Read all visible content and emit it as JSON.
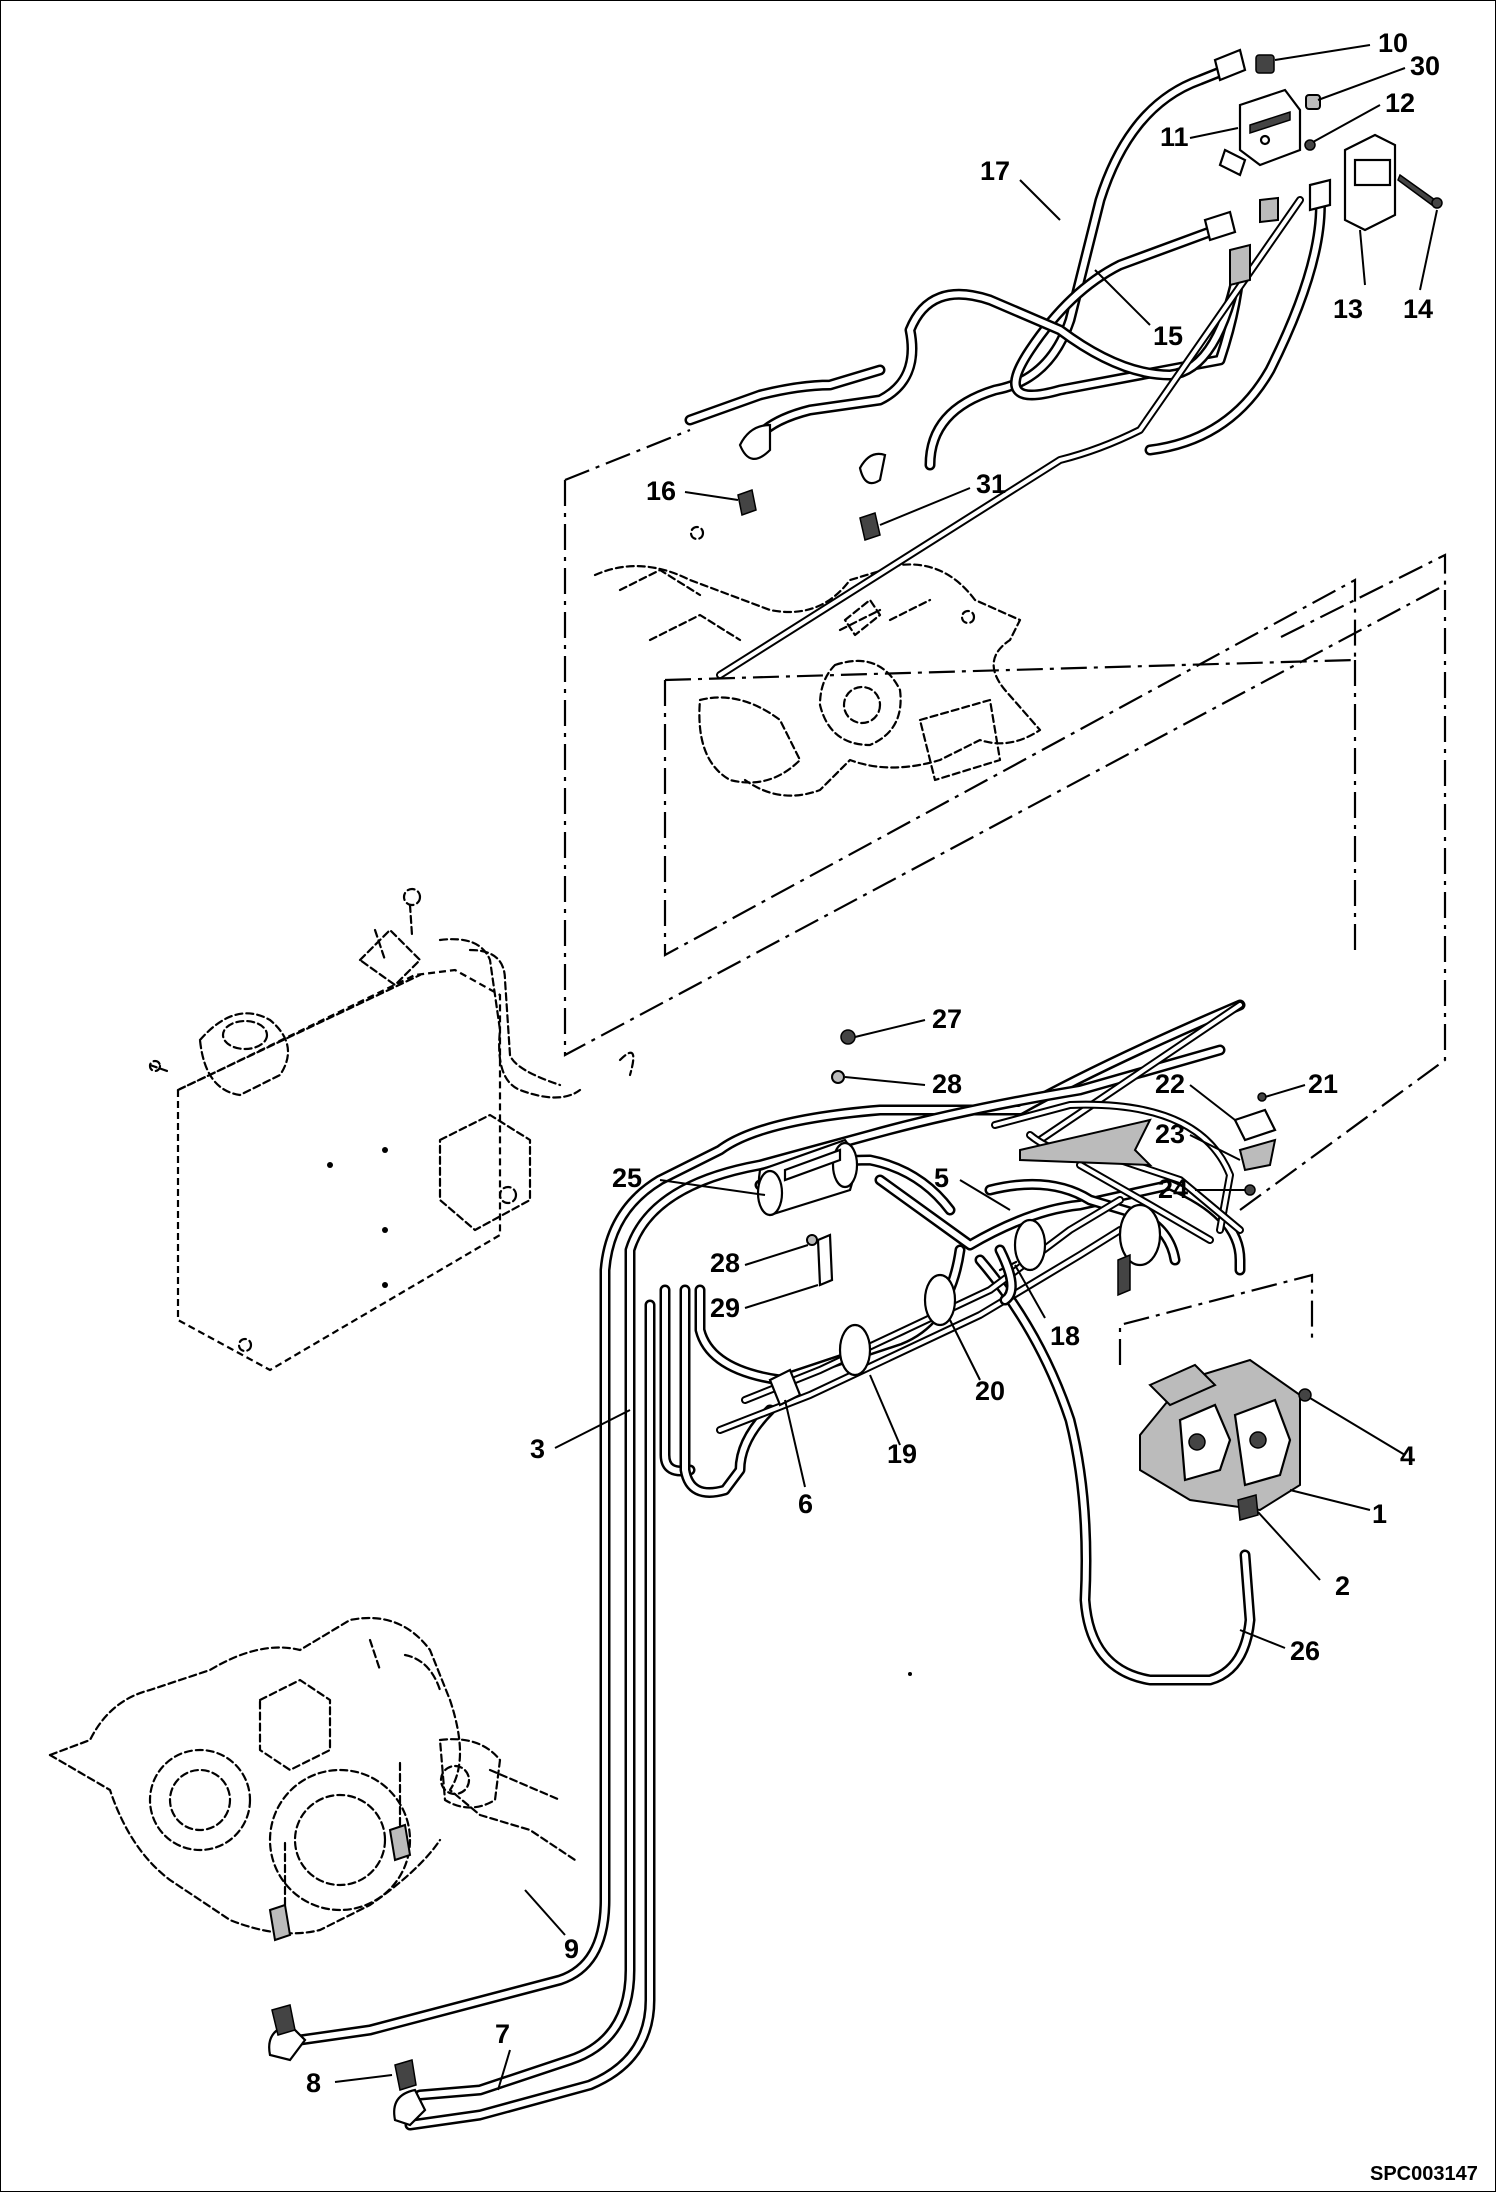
{
  "diagram": {
    "reference_code": "SPC003147",
    "callouts": [
      {
        "id": "callout-10",
        "label": "10"
      },
      {
        "id": "callout-30",
        "label": "30"
      },
      {
        "id": "callout-12",
        "label": "12"
      },
      {
        "id": "callout-11",
        "label": "11"
      },
      {
        "id": "callout-17",
        "label": "17"
      },
      {
        "id": "callout-13",
        "label": "13"
      },
      {
        "id": "callout-14",
        "label": "14"
      },
      {
        "id": "callout-15",
        "label": "15"
      },
      {
        "id": "callout-16",
        "label": "16"
      },
      {
        "id": "callout-31",
        "label": "31"
      },
      {
        "id": "callout-27",
        "label": "27"
      },
      {
        "id": "callout-28a",
        "label": "28"
      },
      {
        "id": "callout-21",
        "label": "21"
      },
      {
        "id": "callout-22",
        "label": "22"
      },
      {
        "id": "callout-23",
        "label": "23"
      },
      {
        "id": "callout-24",
        "label": "24"
      },
      {
        "id": "callout-25",
        "label": "25"
      },
      {
        "id": "callout-5",
        "label": "5"
      },
      {
        "id": "callout-28b",
        "label": "28"
      },
      {
        "id": "callout-29",
        "label": "29"
      },
      {
        "id": "callout-18",
        "label": "18"
      },
      {
        "id": "callout-20",
        "label": "20"
      },
      {
        "id": "callout-4",
        "label": "4"
      },
      {
        "id": "callout-3",
        "label": "3"
      },
      {
        "id": "callout-19",
        "label": "19"
      },
      {
        "id": "callout-6",
        "label": "6"
      },
      {
        "id": "callout-1",
        "label": "1"
      },
      {
        "id": "callout-2",
        "label": "2"
      },
      {
        "id": "callout-26",
        "label": "26"
      },
      {
        "id": "callout-9",
        "label": "9"
      },
      {
        "id": "callout-7",
        "label": "7"
      },
      {
        "id": "callout-8",
        "label": "8"
      }
    ]
  }
}
